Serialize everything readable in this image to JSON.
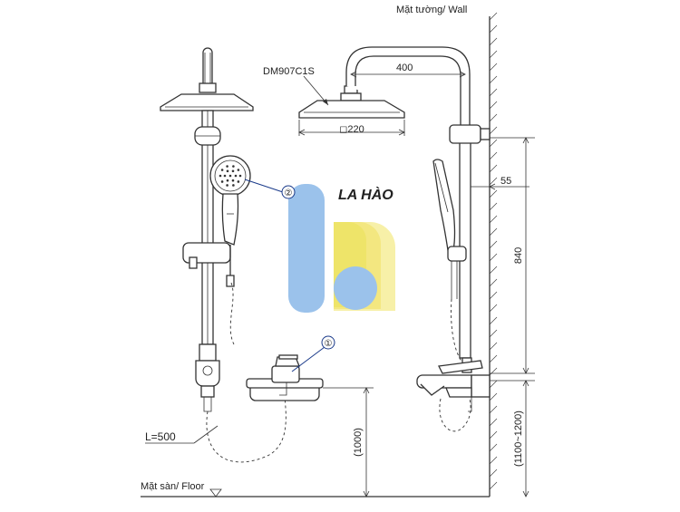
{
  "labels": {
    "wall": "Mặt tường/ Wall",
    "floor": "Mặt sàn/ Floor",
    "model": "DM907C1S",
    "arm_length": "400",
    "head_size": "◻220",
    "offset": "55",
    "rail_height": "840",
    "mixer_height": "(1000)",
    "total_height": "(1100~1200)",
    "hose_length": "L=500",
    "callout_1": "①",
    "callout_2": "②",
    "watermark": "LA HÀO"
  },
  "colors": {
    "line": "#333333",
    "callout": "#1a3a8a",
    "watermark_blue": "#8ab8e8",
    "watermark_yellow": "#f2e36a",
    "watermark_text": "#3a7bd5"
  }
}
